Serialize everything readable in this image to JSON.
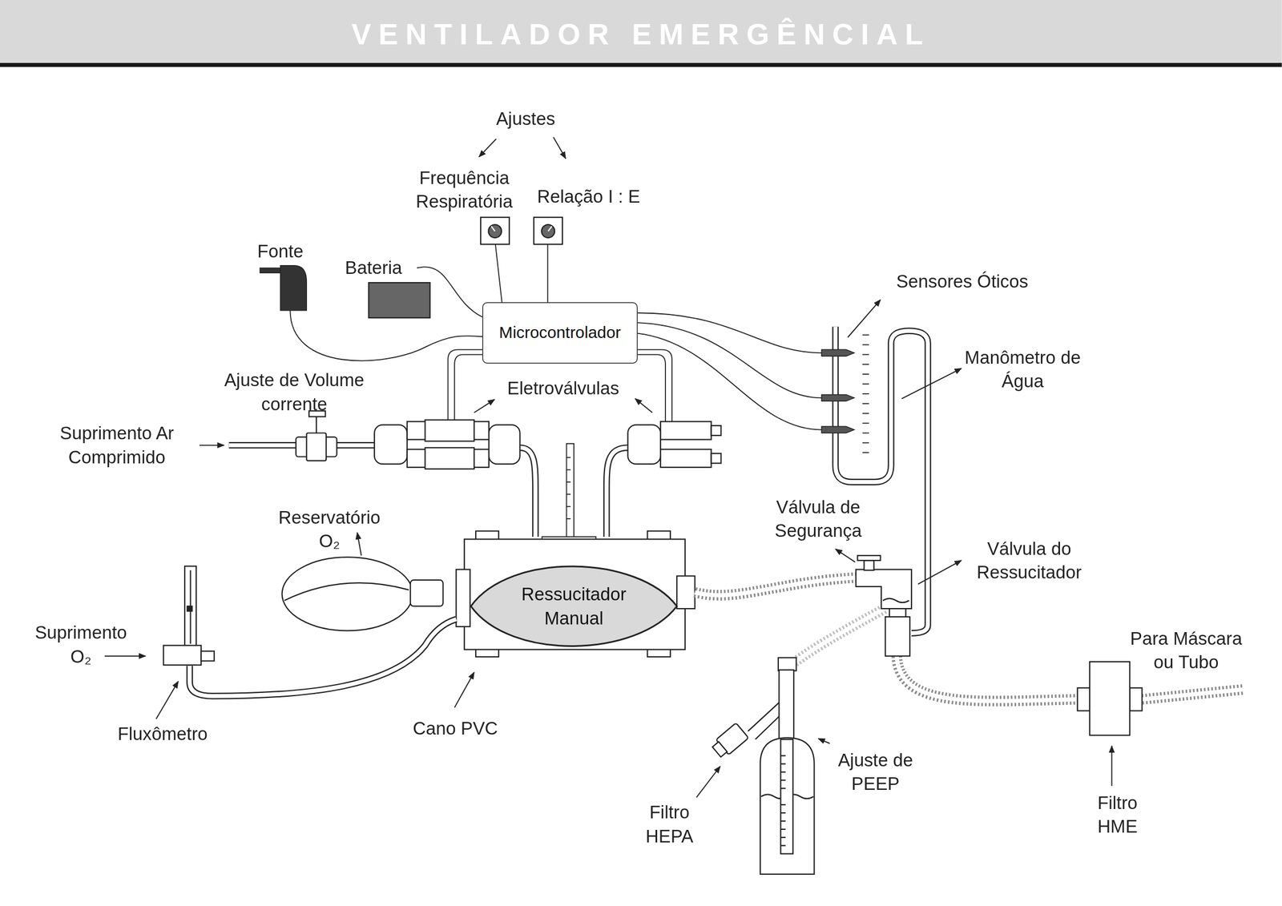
{
  "diagram": {
    "title": "VENTILADOR EMERGÊNCIAL",
    "nodes": [
      {
        "text": [
          "Microcontrolador"
        ]
      },
      {
        "text": [
          "Ressucitador Manual"
        ]
      }
    ],
    "labels": [
      "Ajustes",
      "Frequência Respiratória",
      "Relação I : E",
      "Fonte",
      "Bateria",
      "Sensores Óticos",
      "Manômetro de Água",
      "Ajuste de Volume corrente",
      "Eletroválvulas",
      "Suprimento Ar Comprimido",
      "Válvula de Segurança",
      "Reservatório O₂",
      "Válvula do Ressucitador",
      "Suprimento O₂",
      "Para Máscara ou Tubo",
      "Cano PVC",
      "Fluxômetro",
      "Ajuste de PEEP",
      "Filtro HEPA",
      "Filtro HME"
    ]
  }
}
